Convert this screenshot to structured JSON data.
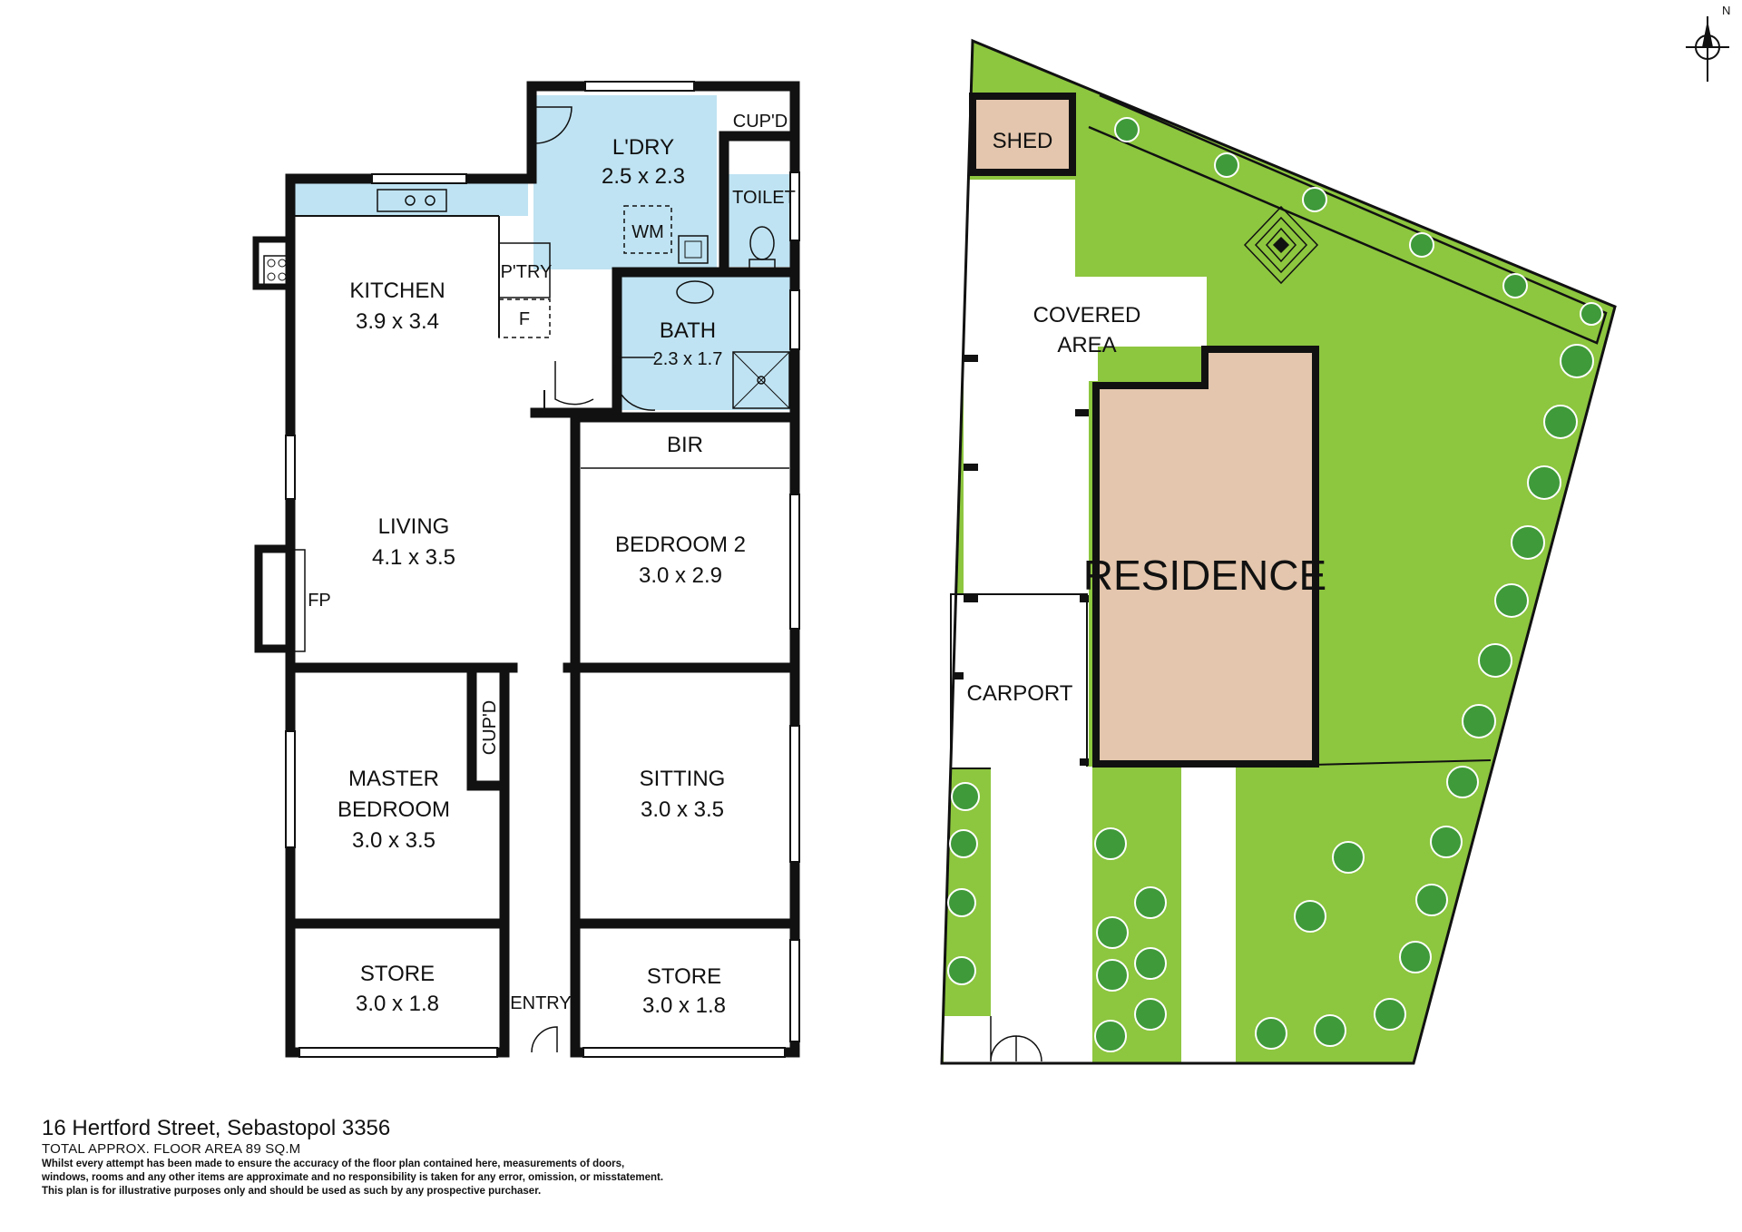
{
  "floor_plan": {
    "rooms": {
      "laundry": {
        "name": "L'DRY",
        "size": "2.5 x 2.3"
      },
      "kitchen": {
        "name": "KITCHEN",
        "size": "3.9 x 3.4"
      },
      "living": {
        "name": "LIVING",
        "size": "4.1 x 3.5"
      },
      "bath": {
        "name": "BATH",
        "size": "2.3 x 1.7"
      },
      "bedroom2": {
        "name": "BEDROOM 2",
        "size": "3.0 x 2.9"
      },
      "master": {
        "name_line1": "MASTER",
        "name_line2": "BEDROOM",
        "size": "3.0 x 3.5"
      },
      "sitting": {
        "name": "SITTING",
        "size": "3.0 x 3.5"
      },
      "store_left": {
        "name": "STORE",
        "size": "3.0 x 1.8"
      },
      "store_right": {
        "name": "STORE",
        "size": "3.0 x 1.8"
      }
    },
    "labels": {
      "cupboard_top": "CUP'D",
      "cupboard_master": "CUP'D",
      "toilet": "TOILET",
      "pantry": "P'TRY",
      "fridge": "F",
      "washing_machine": "WM",
      "built_in_robe": "BIR",
      "fireplace": "FP",
      "entry": "ENTRY"
    },
    "colors": {
      "wet_area": "#bfe3f2",
      "wall": "#111111"
    }
  },
  "site_plan": {
    "labels": {
      "shed": "SHED",
      "covered_area_line1": "COVERED",
      "covered_area_line2": "AREA",
      "residence": "RESIDENCE",
      "carport": "CARPORT"
    },
    "compass": "N",
    "colors": {
      "lawn": "#8dc63f",
      "building": "#e3c6ad",
      "tree": "#3f9a3a"
    }
  },
  "footer": {
    "address": "16 Hertford Street, Sebastopol 3356",
    "floor_area": "TOTAL APPROX. FLOOR AREA 89 SQ.M",
    "disclaimer_line1": "Whilst every attempt has been made to ensure the accuracy of the floor plan contained here, measurements of doors,",
    "disclaimer_line2": "windows, rooms and any other items are approximate and no responsibility is taken for any error, omission, or misstatement.",
    "disclaimer_line3": "This plan is for illustrative purposes only and should be used as such by any prospective purchaser."
  }
}
